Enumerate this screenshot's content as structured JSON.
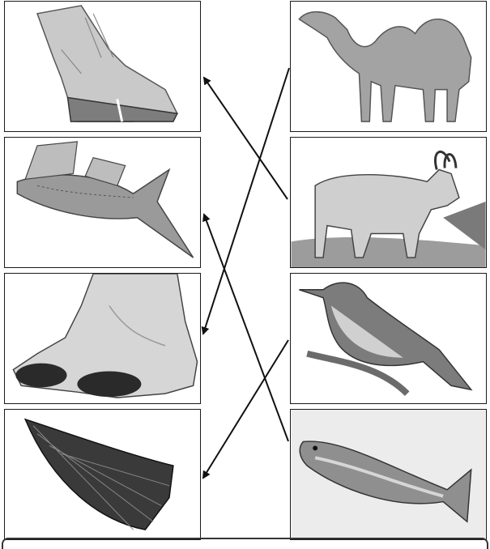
{
  "left_parts": [
    {
      "id": "hoof",
      "icon": "hoof-icon"
    },
    {
      "id": "fish-body",
      "icon": "fish-fin-icon"
    },
    {
      "id": "camel-foot",
      "icon": "camel-foot-icon"
    },
    {
      "id": "wing",
      "icon": "wing-icon"
    }
  ],
  "right_animals": [
    {
      "id": "camel",
      "icon": "camel-icon"
    },
    {
      "id": "goat",
      "icon": "goat-icon"
    },
    {
      "id": "bird",
      "icon": "bird-icon"
    },
    {
      "id": "fish",
      "icon": "fish-icon"
    }
  ],
  "matches": [
    {
      "from": "camel",
      "to": "camel-foot"
    },
    {
      "from": "goat",
      "to": "hoof"
    },
    {
      "from": "bird",
      "to": "wing"
    },
    {
      "from": "fish",
      "to": "fish-body"
    }
  ],
  "colors": {
    "ink": "#111111",
    "grey_light": "#b5b5b5",
    "grey_mid": "#8a8a8a",
    "grey_dark": "#3a3a3a"
  }
}
